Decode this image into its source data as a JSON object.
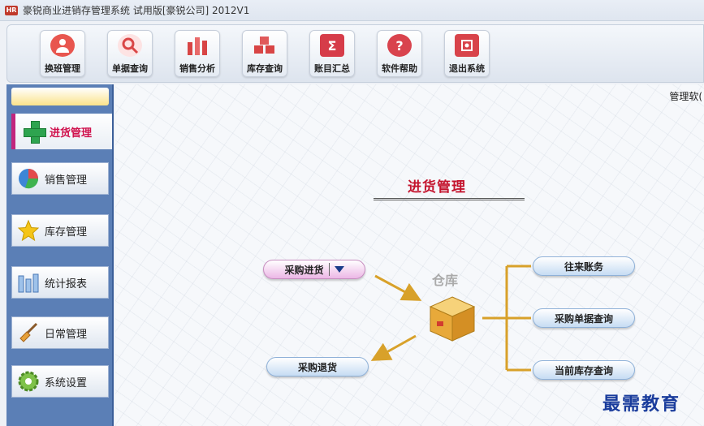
{
  "window": {
    "title": "豪锐商业进销存管理系统 试用版[豪锐公司] 2012V1",
    "logo_text": "HR"
  },
  "toolbar": {
    "buttons": [
      {
        "label": "换班管理",
        "icon": "users-icon",
        "color": "#e8564f"
      },
      {
        "label": "单据查询",
        "icon": "search-icon",
        "color": "#d94646"
      },
      {
        "label": "销售分析",
        "icon": "bar-chart-icon",
        "color": "#d84545"
      },
      {
        "label": "库存查询",
        "icon": "boxes-icon",
        "color": "#dd4a4a"
      },
      {
        "label": "账目汇总",
        "icon": "sigma-icon",
        "color": "#d63c49"
      },
      {
        "label": "软件帮助",
        "icon": "help-icon",
        "color": "#d9434d"
      },
      {
        "label": "退出系统",
        "icon": "exit-icon",
        "color": "#d8434a"
      }
    ]
  },
  "sidebar": {
    "active": {
      "label": "进货管理",
      "icon": "plus-icon"
    },
    "items": [
      {
        "label": "销售管理",
        "icon": "pie-chart-icon"
      },
      {
        "label": "库存管理",
        "icon": "star-icon"
      },
      {
        "label": "统计报表",
        "icon": "report-bars-icon"
      },
      {
        "label": "日常管理",
        "icon": "broom-icon"
      },
      {
        "label": "系统设置",
        "icon": "gear-icon"
      }
    ]
  },
  "main": {
    "top_right_text": "管理软(",
    "title": "进货管理",
    "warehouse_label": "仓库",
    "purchase_in": "采购进货",
    "purchase_return": "采购退货",
    "right_actions": [
      "往来账务",
      "采购单据查询",
      "当前库存查询"
    ],
    "watermark": "最需教育",
    "colors": {
      "title": "#c4142e",
      "arrow": "#d8a12a",
      "bracket": "#d8a12a"
    }
  }
}
